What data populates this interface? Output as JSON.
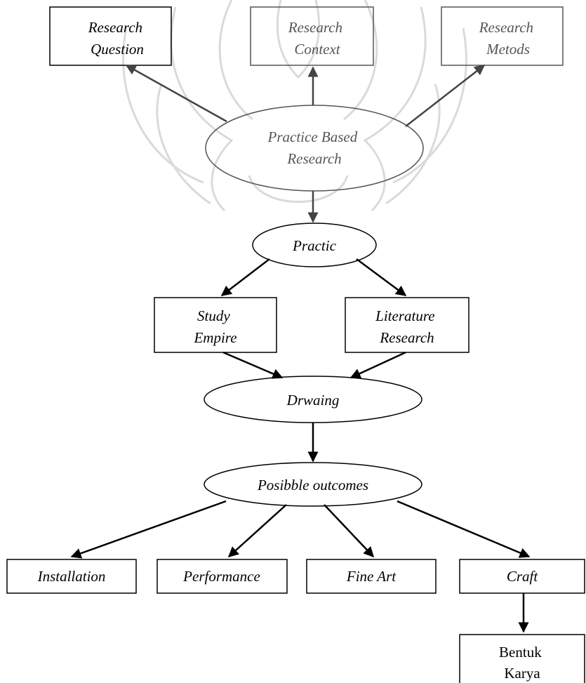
{
  "nodes": {
    "research_question": [
      "Research",
      "Question"
    ],
    "research_context": [
      "Research",
      "Context"
    ],
    "research_methods": [
      "Research",
      "Metods"
    ],
    "practice_based_research": [
      "Practice Based",
      "Research"
    ],
    "practic": [
      "Practic"
    ],
    "study_empire": [
      "Study",
      "Empire"
    ],
    "literature_research": [
      "Literature",
      "Research"
    ],
    "drawing": [
      "Drwaing"
    ],
    "possible_outcomes": [
      "Posibble outcomes"
    ],
    "installation": [
      "Installation"
    ],
    "performance": [
      "Performance"
    ],
    "fine_art": [
      "Fine Art"
    ],
    "craft": [
      "Craft"
    ],
    "bentuk_karya": [
      "Bentuk",
      "Karya"
    ]
  },
  "colors": {
    "line": "#000000",
    "faded_line": "#444444",
    "faded_text": "#555555",
    "watermark": "#cfcfcf"
  }
}
